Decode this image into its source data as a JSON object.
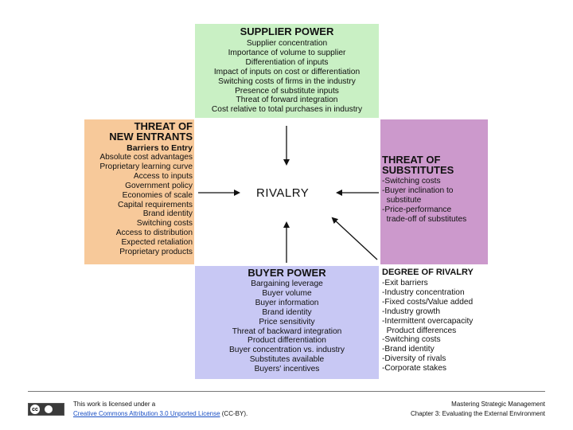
{
  "supplier": {
    "title": "SUPPLIER POWER",
    "items": [
      "Supplier concentration",
      "Importance of volume to supplier",
      "Differentiation of inputs",
      "Impact of inputs on cost or differentiation",
      "Switching costs of firms in the industry",
      "Presence of substitute inputs",
      "Threat of forward integration",
      "Cost relative to total purchases in industry"
    ]
  },
  "entrants": {
    "title_line1": "THREAT OF",
    "title_line2": "NEW ENTRANTS",
    "subtitle": "Barriers to Entry",
    "items": [
      "Absolute cost advantages",
      "Proprietary learning curve",
      "Access to inputs",
      "Government policy",
      "Economies of scale",
      "Capital requirements",
      "Brand identity",
      "Switching costs",
      "Access to distribution",
      "Expected retaliation",
      "Proprietary products"
    ]
  },
  "substitutes": {
    "title_line1": "THREAT OF",
    "title_line2": "SUBSTITUTES",
    "items": [
      "-Switching costs",
      "-Buyer inclination to",
      "  substitute",
      "-Price-performance",
      "  trade-off of substitutes"
    ]
  },
  "center": {
    "label": "RIVALRY"
  },
  "buyer": {
    "title": "BUYER POWER",
    "items": [
      "Bargaining leverage",
      "Buyer volume",
      "Buyer information",
      "Brand identity",
      "Price sensitivity",
      "Threat of backward integration",
      "Product differentiation",
      "Buyer concentration vs. industry",
      "Substitutes available",
      "Buyers' incentives"
    ]
  },
  "rivalry": {
    "title": "DEGREE OF RIVALRY",
    "items": [
      "-Exit barriers",
      "-Industry concentration",
      "-Fixed costs/Value added",
      "-Industry growth",
      "-Intermittent overcapacity",
      "  Product differences",
      "-Switching costs",
      "-Brand identity",
      "-Diversity of rivals",
      "-Corporate stakes"
    ]
  },
  "footer": {
    "license_prefix": "This work is licensed under a",
    "license_link": "Creative Commons Attribution 3.0 Unported License",
    "license_suffix": " (CC-BY).",
    "course": "Mastering Strategic Management",
    "chapter": "Chapter 3: Evaluating the External Environment",
    "cc_text": "cc"
  }
}
